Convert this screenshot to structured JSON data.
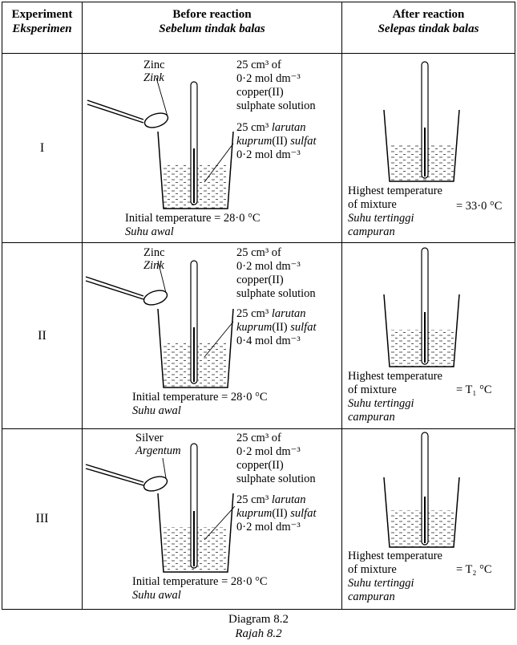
{
  "header": {
    "col1_en": "Experiment",
    "col1_ms": "Eksperimen",
    "col2_en": "Before reaction",
    "col2_ms": "Sebelum tindak balas",
    "col3_en": "After reaction",
    "col3_ms": "Selepas tindak balas"
  },
  "rows": [
    {
      "label": "I",
      "metal_en": "Zinc",
      "metal_ms": "Zink",
      "sol_en_l1": "25 cm³ of",
      "sol_en_l2": "0·2 mol dm⁻³",
      "sol_en_l3": "copper(II)",
      "sol_en_l4": "sulphate solution",
      "sol_ms_l1a": "25 cm³ ",
      "sol_ms_l1b": "larutan",
      "sol_ms_l2a": "kuprum",
      "sol_ms_l2b": "(II) ",
      "sol_ms_l2c": "sulfat",
      "sol_ms_l3": "0·2 mol dm⁻³",
      "init_en": "Initial temperature = 28·0 °C",
      "init_ms": "Suhu awal",
      "high_en1": "Highest temperature",
      "high_en2": "of mixture",
      "high_ms1": "Suhu tertinggi",
      "high_ms2": "campuran",
      "high_value": "= 33·0 °C"
    },
    {
      "label": "II",
      "metal_en": "Zinc",
      "metal_ms": "Zink",
      "sol_en_l1": "25 cm³ of",
      "sol_en_l2": "0·2 mol dm⁻³",
      "sol_en_l3": "copper(II)",
      "sol_en_l4": "sulphate solution",
      "sol_ms_l1a": "25 cm³ ",
      "sol_ms_l1b": "larutan",
      "sol_ms_l2a": "kuprum",
      "sol_ms_l2b": "(II) ",
      "sol_ms_l2c": "sulfat",
      "sol_ms_l3": "0·4 mol dm⁻³",
      "init_en": "Initial temperature = 28·0 °C",
      "init_ms": "Suhu awal",
      "high_en1": "Highest temperature",
      "high_en2": "of mixture",
      "high_ms1": "Suhu tertinggi",
      "high_ms2": "campuran",
      "high_value": "= T₁ °C"
    },
    {
      "label": "III",
      "metal_en": "Silver",
      "metal_ms": "Argentum",
      "sol_en_l1": "25 cm³ of",
      "sol_en_l2": "0·2 mol dm⁻³",
      "sol_en_l3": "copper(II)",
      "sol_en_l4": "sulphate solution",
      "sol_ms_l1a": "25 cm³ ",
      "sol_ms_l1b": "larutan",
      "sol_ms_l2a": "kuprum",
      "sol_ms_l2b": "(II) ",
      "sol_ms_l2c": "sulfat",
      "sol_ms_l3": "0·2 mol dm⁻³",
      "init_en": "Initial temperature = 28·0 °C",
      "init_ms": "Suhu awal",
      "high_en1": "Highest temperature",
      "high_en2": "of mixture",
      "high_ms1": "Suhu tertinggi",
      "high_ms2": "campuran",
      "high_value": "= T₂ °C"
    }
  ],
  "caption": {
    "en": "Diagram 8.2",
    "ms": "Rajah 8.2"
  }
}
